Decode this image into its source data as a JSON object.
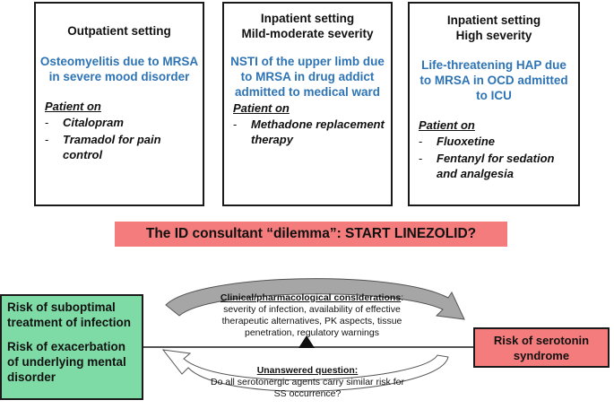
{
  "boxes": [
    {
      "title_line1": "Outpatient setting",
      "title_line2": "",
      "case": "Osteomyelitis due to MRSA in severe mood disorder",
      "patient_on": "Patient on",
      "meds": [
        "Citalopram",
        "Tramadol for pain control"
      ]
    },
    {
      "title_line1": "Inpatient setting",
      "title_line2": "Mild-moderate severity",
      "case": "NSTI of the upper limb due to MRSA in drug addict admitted to medical ward",
      "patient_on": "Patient on",
      "meds": [
        "Methadone replacement therapy"
      ]
    },
    {
      "title_line1": "Inpatient setting",
      "title_line2": "High severity",
      "case": "Life-threatening HAP due to MRSA in OCD admitted to ICU",
      "patient_on": "Patient on",
      "meds": [
        "Fluoxetine",
        "Fentanyl for sedation and analgesia"
      ]
    }
  ],
  "banner": "The ID consultant “dilemma”: START LINEZOLID?",
  "left_risks": [
    "Risk of suboptimal treatment of infection",
    "Risk of exacerbation of underlying mental disorder"
  ],
  "right_risk": "Risk of serotonin syndrome",
  "top_note": {
    "heading": "Clinical/pharmacological considerations",
    "text": "severity of infection, availability of effective therapeutic alternatives, PK aspects, tissue penetration, regulatory warnings"
  },
  "bottom_note": {
    "heading": "Unanswered question:",
    "text": "Do all serotonergic agents carry similar risk for SS occurrence?"
  },
  "colors": {
    "case_text": "#2e74b5",
    "banner": "#f47c7c",
    "left_box": "#7fdba6",
    "right_box": "#f47c7c",
    "arrow": "#a6a6a6"
  }
}
